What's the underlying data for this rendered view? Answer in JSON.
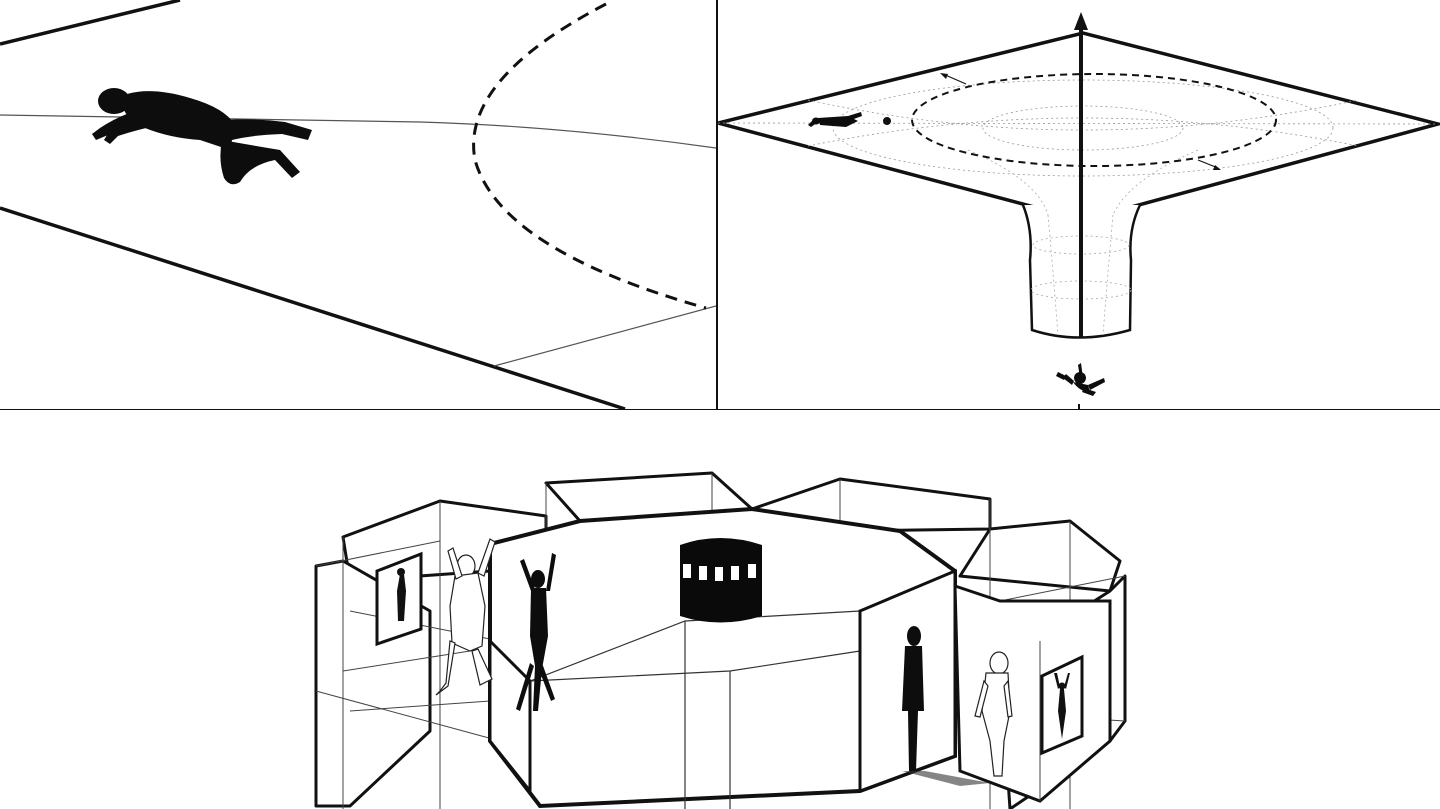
{
  "figure": {
    "panels": [
      {
        "id": "a",
        "subject": "falling-figure-on-plane"
      },
      {
        "id": "b",
        "subject": "funnel-spacetime-diagram"
      },
      {
        "id": "c",
        "subject": "octagonal-room-complex"
      }
    ],
    "colors": {
      "ink": "#111111",
      "figure": "#0d0d0d",
      "background": "#ffffff",
      "thin_line": "#555555"
    },
    "icons": [
      "arrow-up-icon",
      "orbit-dot-icon"
    ]
  }
}
